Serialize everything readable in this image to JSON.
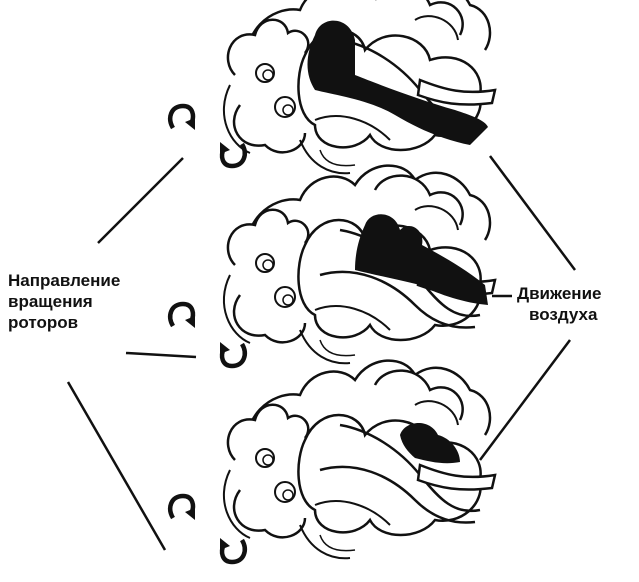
{
  "labels": {
    "rotation_direction": [
      "Направление",
      "вращения",
      "роторов"
    ],
    "air_movement": [
      "Движение",
      "воздуха"
    ]
  },
  "colors": {
    "ink": "#111111",
    "background": "#ffffff"
  },
  "stages": [
    {
      "stage": 1,
      "air_pocket": "large"
    },
    {
      "stage": 2,
      "air_pocket": "medium"
    },
    {
      "stage": 3,
      "air_pocket": "small"
    }
  ]
}
